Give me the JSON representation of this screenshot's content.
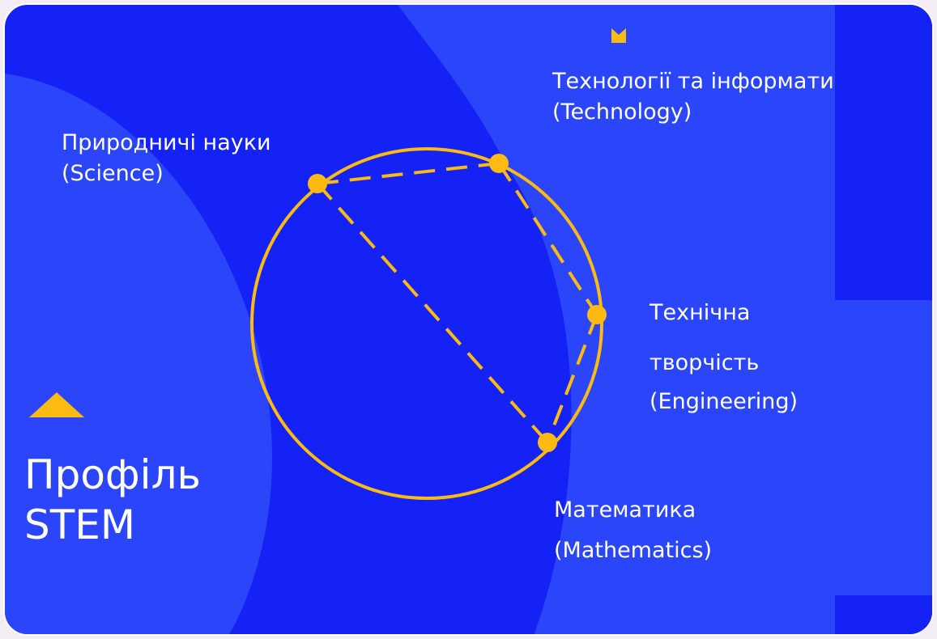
{
  "colors": {
    "background": "#1422f5",
    "shape_light": "#2b45fb",
    "accent": "#fdba12",
    "text": "#ffffff"
  },
  "title": {
    "line1": "Профіль",
    "line2": "STEM"
  },
  "nodes": {
    "science": {
      "line1": "Природничі науки",
      "line2": "(Science)"
    },
    "technology": {
      "line1": "Технології та інформати",
      "line2": "(Technology)"
    },
    "engineering": {
      "line1": "Технічна",
      "line2": "творчість",
      "line3": "(Engineering)"
    },
    "mathematics": {
      "line1": "Математика",
      "line2": "(Mathematics)"
    }
  },
  "icons": {
    "logo": "m-logo-icon",
    "triangle": "triangle-icon"
  }
}
